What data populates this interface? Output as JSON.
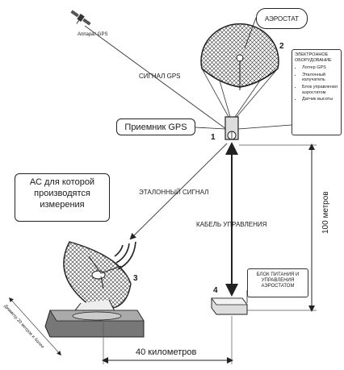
{
  "labels": {
    "gps_apparatus": "Аппарат GPS",
    "aerostat": "АЭРОСТАТ",
    "gps_signal": "СИГНАЛ GPS",
    "gps_receiver": "Приемник GPS",
    "reference_signal": "ЭТАЛОННЫЙ СИГНАЛ",
    "control_cable": "КАБЕЛЬ УПРАВЛЕНИЯ",
    "height": "100 метров",
    "distance": "40 километров",
    "dish_diameter": "Диаметр 20 метров и более"
  },
  "as_box": {
    "line1": "АС для которой",
    "line2": "производятся",
    "line3": "измерения"
  },
  "electronics": {
    "title_line1": "ЭЛЕКТРОННОЕ",
    "title_line2": "ОБОРУДОВАНИЕ",
    "items": [
      "Логгер GPS",
      "Эталонный излучатель",
      "Блок управления аэростатом",
      "Датчик высоты"
    ]
  },
  "power_unit": {
    "line1": "БЛОК ПИТАНИЯ И",
    "line2": "УПРАВЛЕНИЯ",
    "line3": "АЭРОСТАТОМ"
  },
  "numbers": {
    "n1": "1",
    "n2": "2",
    "n3": "3",
    "n4": "4"
  }
}
